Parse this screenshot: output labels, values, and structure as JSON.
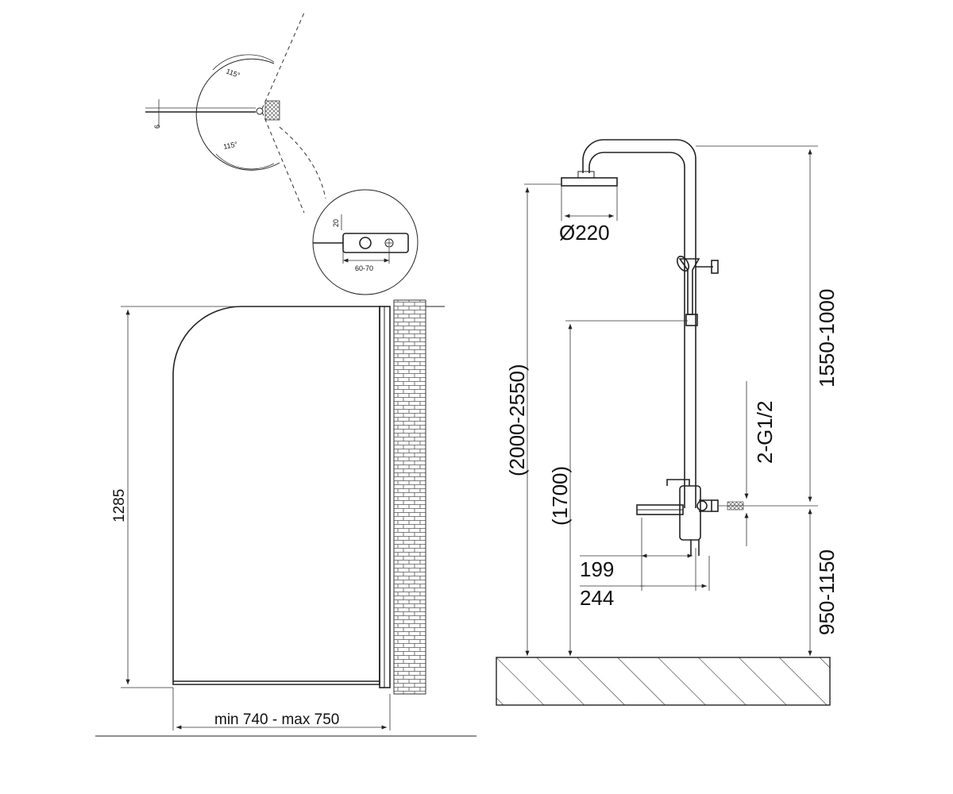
{
  "left_drawing": {
    "top_detail": {
      "angle_top": "115°",
      "angle_bottom": "115°",
      "thickness": "6",
      "zoom_height": "20",
      "zoom_width": "60-70"
    },
    "panel_height": "1285",
    "panel_width": "min 740 - max 750"
  },
  "right_drawing": {
    "head_diameter": "Ø220",
    "total_height": "(2000-2550)",
    "hand_shower_height": "(1700)",
    "inlet": "2-G1/2",
    "upper_range": "1550-1000",
    "lower_range": "950-1150",
    "spout_a": "199",
    "spout_b": "244"
  }
}
